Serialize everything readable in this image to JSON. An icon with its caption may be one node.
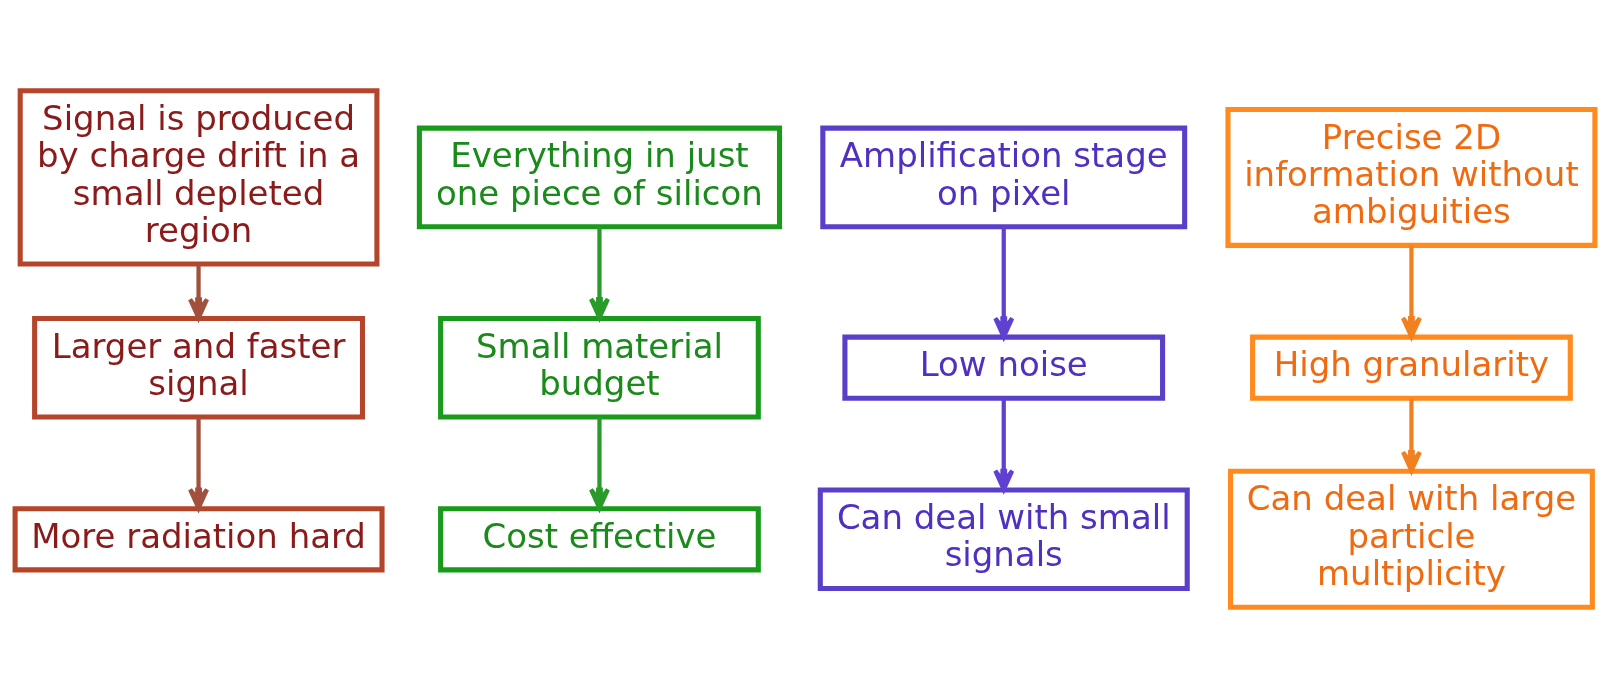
{
  "diagram": {
    "nodes": [
      {
        "text": [
          "Signal is produced by charge drift in a small depleted region"
        ]
      },
      {
        "text": [
          "Larger and faster signal"
        ]
      },
      {
        "text": [
          "More radiation hard"
        ]
      },
      {
        "text": [
          "Everything in just one piece of silicon"
        ]
      },
      {
        "text": [
          "Small material budget"
        ]
      },
      {
        "text": [
          "Cost effective"
        ]
      },
      {
        "text": [
          "Amplification stage on pixel"
        ]
      },
      {
        "text": [
          "Low noise"
        ]
      },
      {
        "text": [
          "Can deal with small signals"
        ]
      },
      {
        "text": [
          "Precise 2D information without ambiguities"
        ]
      },
      {
        "text": [
          "High granularity"
        ]
      },
      {
        "text": [
          "Can deal with large particle multiplicity"
        ]
      }
    ],
    "edges": [
      {
        "from": 0,
        "to": 1,
        "arrow": "to",
        "color": "#a0503c"
      },
      {
        "from": 1,
        "to": 2,
        "arrow": "to",
        "color": "#a0503c"
      },
      {
        "from": 3,
        "to": 4,
        "arrow": "to",
        "color": "#2a9a2a"
      },
      {
        "from": 4,
        "to": 5,
        "arrow": "to",
        "color": "#2a9a2a"
      },
      {
        "from": 6,
        "to": 7,
        "arrow": "to",
        "color": "#6040d0"
      },
      {
        "from": 7,
        "to": 8,
        "arrow": "to",
        "color": "#6040d0"
      },
      {
        "from": 9,
        "to": 10,
        "arrow": "to",
        "color": "#f08020"
      },
      {
        "from": 10,
        "to": 11,
        "arrow": "to",
        "color": "#f08020"
      }
    ]
  }
}
